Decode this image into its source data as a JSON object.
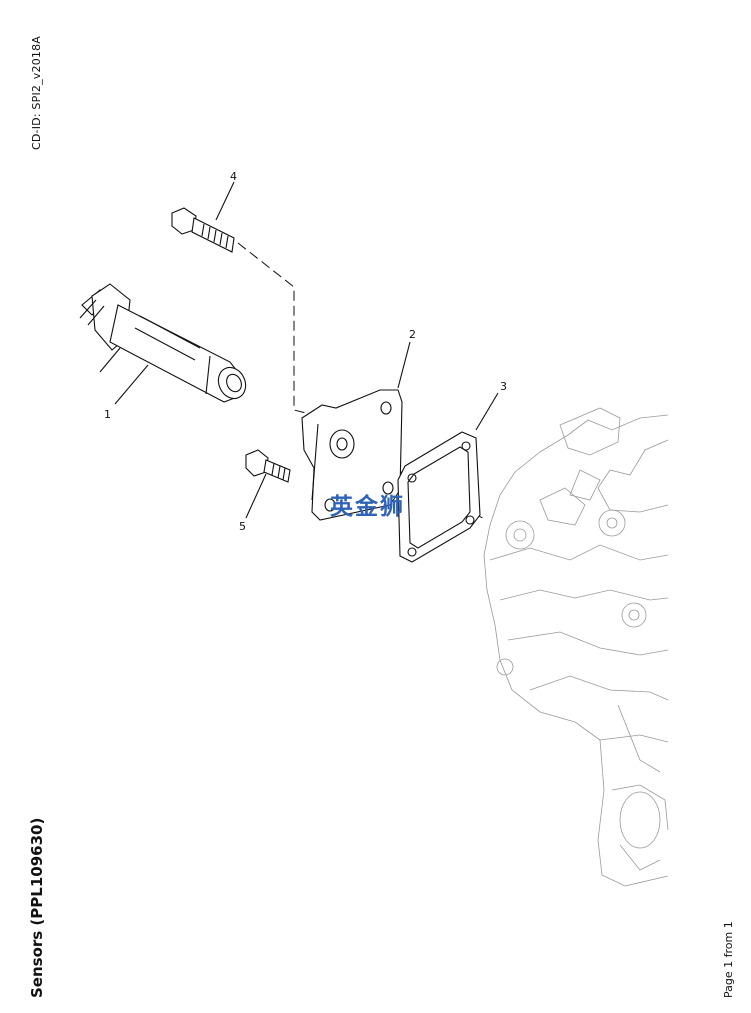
{
  "header": {
    "doc_id": "CD-ID: SPI2_v2018A"
  },
  "footer": {
    "title": "Sensors (PPL109630)",
    "page": "Page 1 from 1"
  },
  "diagram": {
    "callouts": [
      "1",
      "2",
      "3",
      "4",
      "5"
    ],
    "watermark": "英金狮"
  }
}
